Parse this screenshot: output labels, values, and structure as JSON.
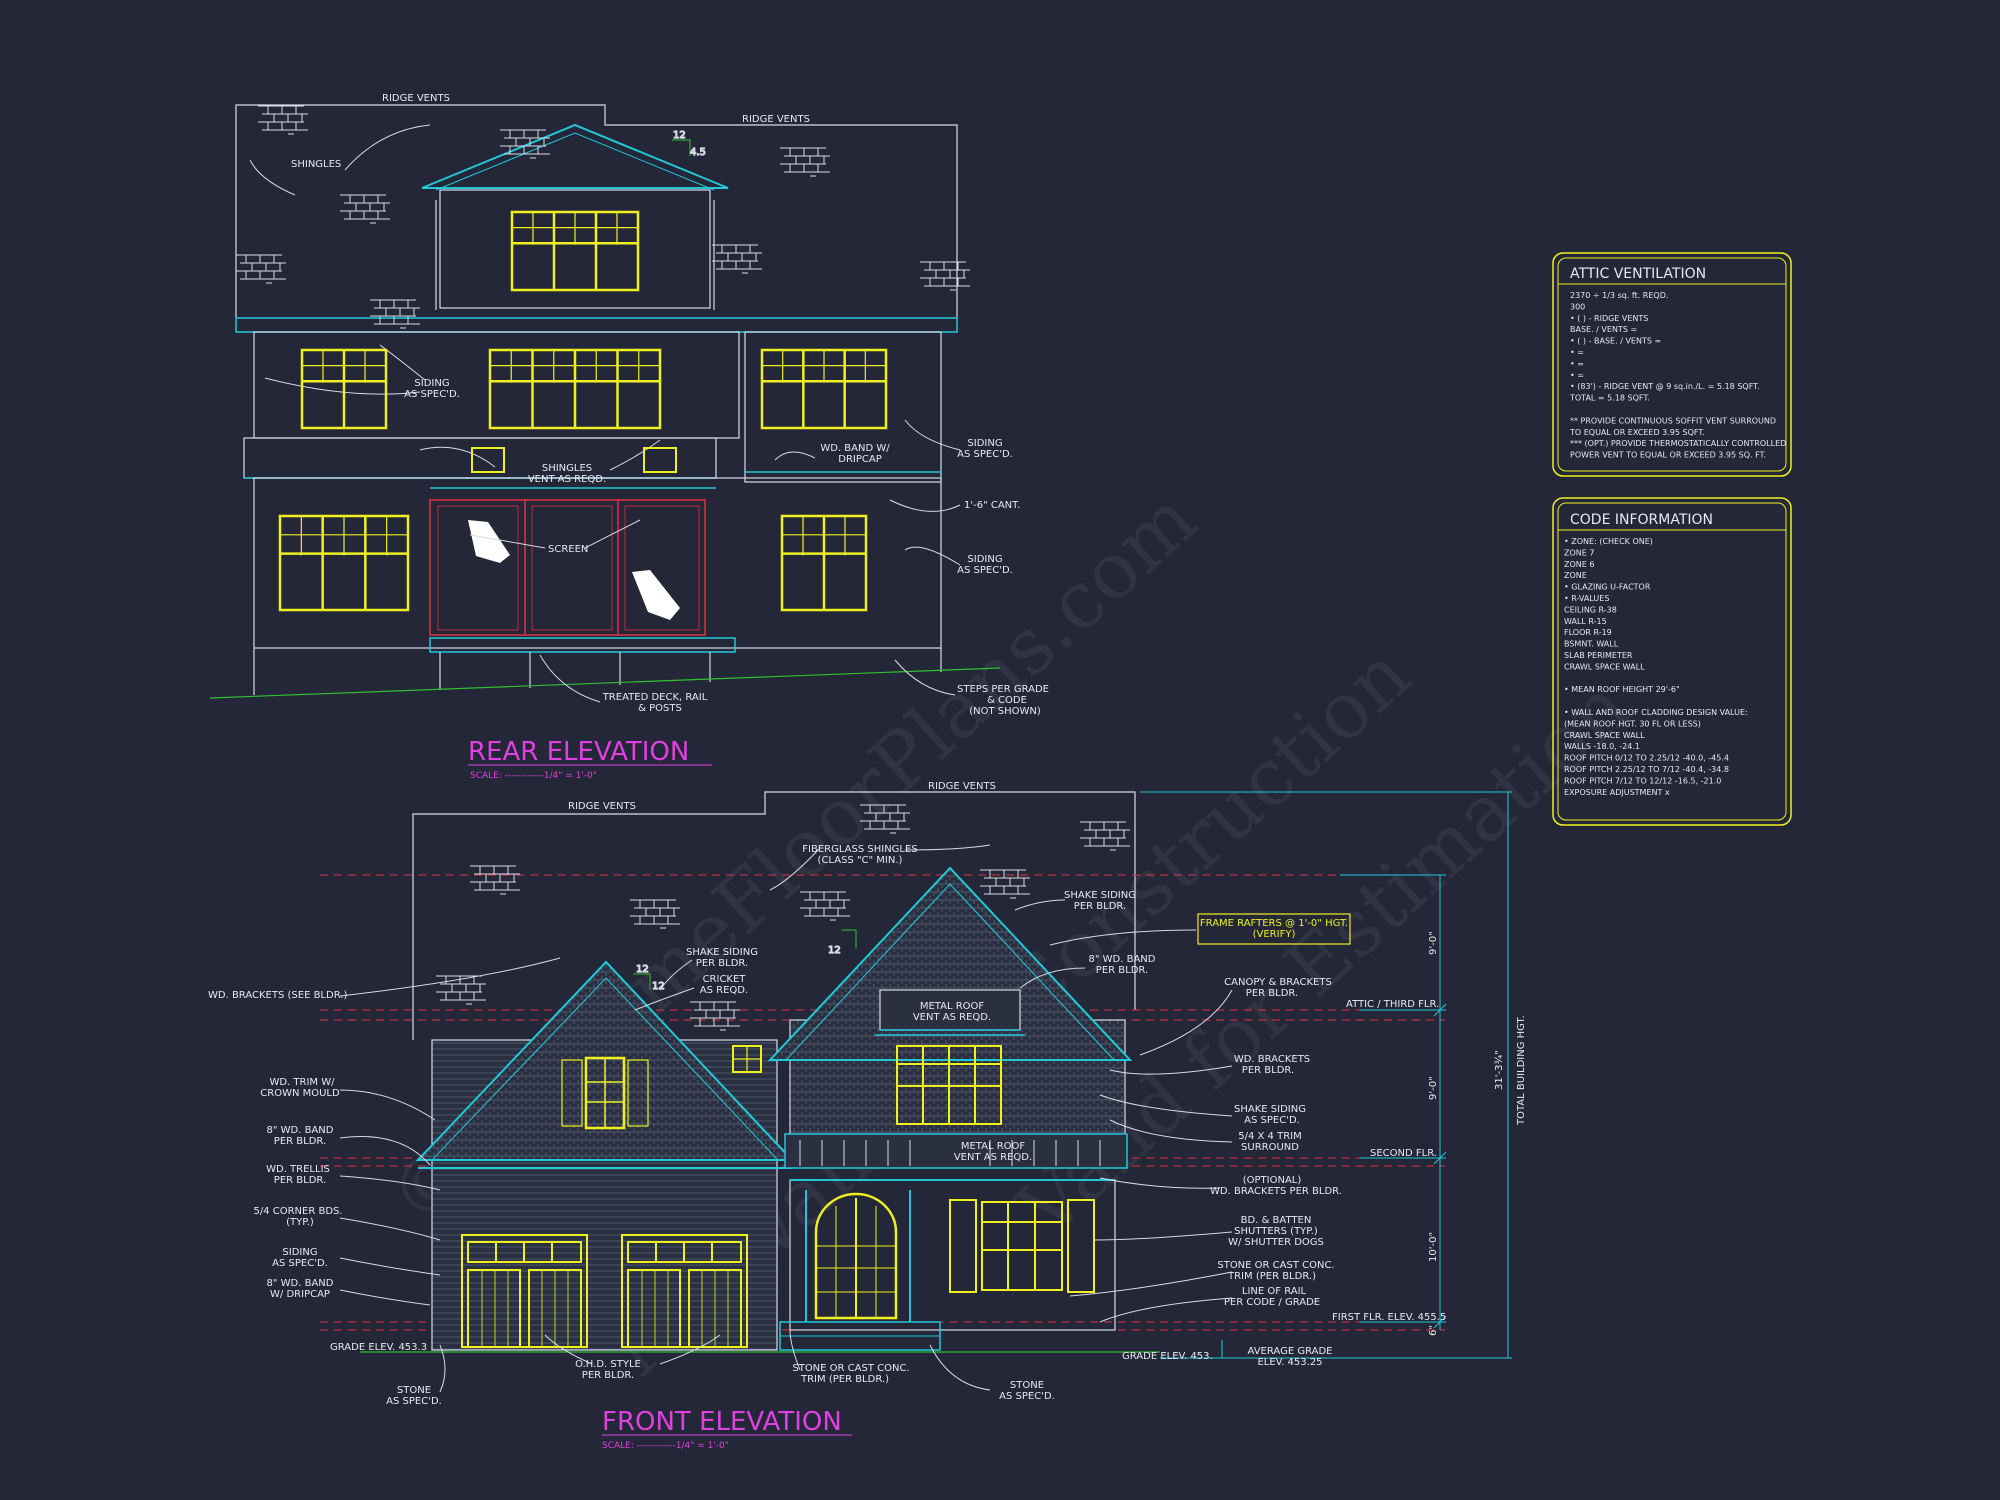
{
  "rear_elevation": {
    "title": "REAR ELEVATION",
    "scale": "SCALE: ------------1/4\" = 1'-0\"",
    "pitch_rise": "12",
    "pitch_run": "4.5",
    "labels": {
      "ridge_vents_1": "RIDGE VENTS",
      "ridge_vents_2": "RIDGE VENTS",
      "shingles": "SHINGLES",
      "siding_1": [
        "SIDING",
        "AS SPEC'D."
      ],
      "shingles_vent": [
        "SHINGLES",
        "VENT AS REQD."
      ],
      "wd_band": [
        "WD. BAND W/",
        "DRIPCAP"
      ],
      "siding_2": [
        "SIDING",
        "AS SPEC'D."
      ],
      "cant": "1'-6\" CANT.",
      "screen": "SCREEN",
      "siding_3": [
        "SIDING",
        "AS SPEC'D."
      ],
      "deck": [
        "TREATED DECK, RAIL",
        "& POSTS"
      ],
      "steps": [
        "STEPS PER GRADE",
        "& CODE",
        "(NOT SHOWN)"
      ]
    }
  },
  "front_elevation": {
    "title": "FRONT ELEVATION",
    "scale": "SCALE: ------------1/4\" = 1'-0\"",
    "pitch_rise_1": "12",
    "pitch_run_1": "12",
    "pitch_rise_2": "12",
    "labels": {
      "ridge_vents_1": "RIDGE VENTS",
      "ridge_vents_2": "RIDGE VENTS",
      "fiberglass": [
        "FIBERGLASS SHINGLES",
        "(CLASS \"C\" MIN.)"
      ],
      "shake_1": [
        "SHAKE SIDING",
        "PER BLDR."
      ],
      "shake_2": [
        "SHAKE SIDING",
        "PER BLDR."
      ],
      "frame_rafters": [
        "FRAME RAFTERS @ 1'-0\" HGT.",
        "(VERIFY)"
      ],
      "cricket": [
        "CRICKET",
        "AS REQD."
      ],
      "wd_brackets_see": "WD. BRACKETS (SEE BLDR.)",
      "band_8_1": [
        "8\" WD. BAND",
        "PER BLDR."
      ],
      "metal_roof_vent": [
        "METAL ROOF",
        "VENT AS REQD."
      ],
      "canopy": [
        "CANOPY & BRACKETS",
        "PER BLDR."
      ],
      "attic": "ATTIC / THIRD FLR.",
      "trim_crown": [
        "WD. TRIM W/",
        "CROWN MOULD"
      ],
      "wd_brackets_per": [
        "WD. BRACKETS",
        "PER BLDR."
      ],
      "band_8_2": [
        "8\" WD. BAND",
        "PER BLDR."
      ],
      "shake_3": [
        "SHAKE SIDING",
        "AS SPEC'D."
      ],
      "trim_surround": [
        "5/4 X 4 TRIM",
        "SURROUND"
      ],
      "trellis": [
        "WD. TRELLIS",
        "PER BLDR."
      ],
      "metal_roof_2": [
        "METAL ROOF",
        "VENT AS REQD."
      ],
      "second": "SECOND FLR.",
      "corner": [
        "5/4 CORNER BDS.",
        "(TYP.)"
      ],
      "optional": [
        "(OPTIONAL)",
        "WD. BRACKETS PER BLDR."
      ],
      "siding": [
        "SIDING",
        "AS SPEC'D."
      ],
      "shutters": [
        "BD. & BATTEN",
        "SHUTTERS (TYP.)",
        "W/ SHUTTER DOGS"
      ],
      "band_8_3": [
        "8\" WD. BAND",
        "W/ DRIPCAP"
      ],
      "stone_trim_r": [
        "STONE OR CAST CONC.",
        "TRIM (PER BLDR.)"
      ],
      "line_rail": [
        "LINE OF RAIL",
        "PER CODE / GRADE"
      ],
      "first": "FIRST FLR. ELEV. 455.5",
      "grade_l": "GRADE ELEV. 453.3",
      "grade_r": "GRADE ELEV. 453.",
      "avg_grade": [
        "AVERAGE GRADE",
        "ELEV. 453.25"
      ],
      "ohd": [
        "O.H.D. STYLE",
        "PER BLDR."
      ],
      "stone_trim_c": [
        "STONE OR CAST CONC.",
        "TRIM (PER BLDR.)"
      ],
      "stone_c": [
        "STONE",
        "AS SPEC'D."
      ],
      "stone_l": [
        "STONE",
        "AS SPEC'D."
      ],
      "total_hgt": "TOTAL BUILDING HGT.",
      "dim_total": "31'-3¾\"",
      "dim_9a": "9'-0\"",
      "dim_9b": "9'-0\"",
      "dim_10": "10'-0\"",
      "dim_6": "6\""
    }
  },
  "attic_box": {
    "title": "ATTIC VENTILATION",
    "lines": [
      "2370 ÷ 1/3 sq. ft. REQD.",
      "300",
      "• (    ) -        RIDGE VENTS",
      "                  BASE.   /    VENTS  =",
      "• (    ) -        BASE.   /    VENTS  =",
      "•                                                =",
      "•                                                =",
      "•                                                =",
      "• (83') - RIDGE VENT @ 9 sq.in./L. = 5.18 SQFT.",
      "                                   TOTAL        = 5.18 SQFT.",
      "",
      "** PROVIDE CONTINUOUS SOFFIT VENT SURROUND",
      "    TO EQUAL OR EXCEED  3.95 SQFT.",
      "*** (OPT.) PROVIDE THERMOSTATICALLY CONTROLLED",
      "    POWER VENT TO EQUAL OR EXCEED 3.95 SQ. FT."
    ]
  },
  "code_box": {
    "title": "CODE INFORMATION",
    "lines": [
      "• ZONE: (CHECK ONE)",
      "        ZONE 7",
      "        ZONE 6",
      "        ZONE",
      "• GLAZING U-FACTOR",
      "• R-VALUES",
      "        CEILING                 R-38",
      "        WALL                    R-15",
      "        FLOOR                   R-19",
      "        BSMNT. WALL",
      "        SLAB PERIMETER",
      "        CRAWL SPACE WALL",
      "",
      "• MEAN ROOF HEIGHT   29'-6\"",
      "",
      "• WALL AND ROOF CLADDING DESIGN VALUE:",
      "  (MEAN ROOF HGT. 30 FL OR LESS)",
      "        CRAWL SPACE WALL",
      "        WALLS                          -18.0, -24.1",
      "        ROOF PITCH 0/12 TO 2.25/12    -40.0, -45.4",
      "        ROOF PITCH 2.25/12 TO 7/12    -40.4, -34.8",
      "        ROOF PITCH 7/12 TO 12/12      -16.5, -21.0",
      "        EXPOSURE ADJUSTMENT           x"
    ]
  },
  "watermark": {
    "line1": "©MyHomeFloorPlans.com",
    "line2": "Not Valid for Construction",
    "line3": "Valid for Estimation"
  },
  "colors": {
    "background": "#232738",
    "line": "#d8dbe6",
    "cyan": "#20c8d8",
    "yellow": "#f0f020",
    "red": "#e03040",
    "magenta": "#e040e0",
    "green": "#30c030"
  }
}
